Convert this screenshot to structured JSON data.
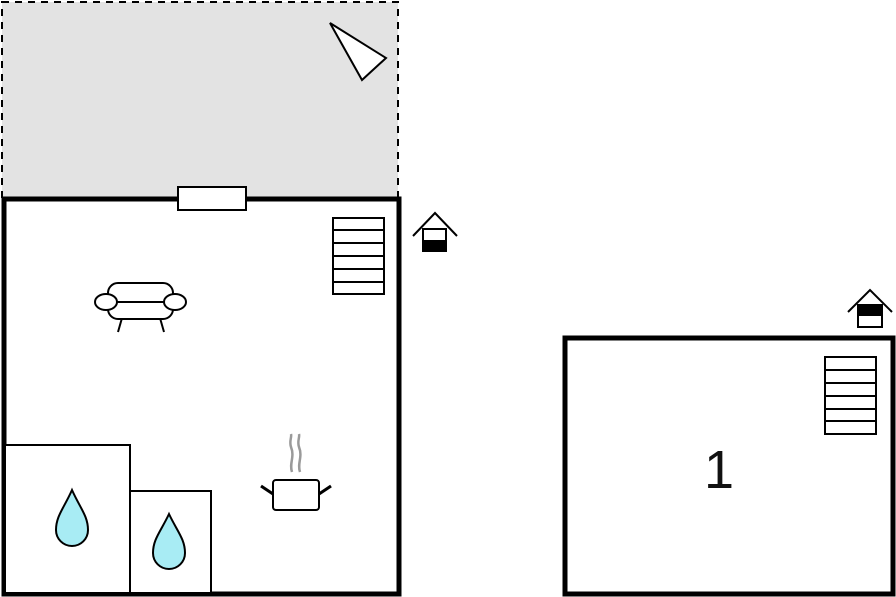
{
  "floors": [
    {
      "id": "ground",
      "rooms": [
        "terrace",
        "living-area",
        "bathroom",
        "shower-room"
      ],
      "fixtures": [
        "window",
        "staircase",
        "sofa",
        "cooking-pot",
        "water-drop",
        "water-drop",
        "entrance"
      ]
    },
    {
      "id": "upper",
      "label": "1",
      "fixtures": [
        "staircase",
        "entrance"
      ]
    }
  ],
  "icons": {
    "entrance": "house-entrance-icon",
    "stairs": "stairs-icon",
    "sofa": "sofa-icon",
    "kitchen": "cooking-pot-icon",
    "water": "water-drop-icon",
    "orientation": "compass-arrow-icon"
  },
  "colors": {
    "wall": "#000000",
    "terrace_fill": "#e3e3e3",
    "water_fill": "#a8ecf4",
    "steam": "#9a9a9a"
  }
}
